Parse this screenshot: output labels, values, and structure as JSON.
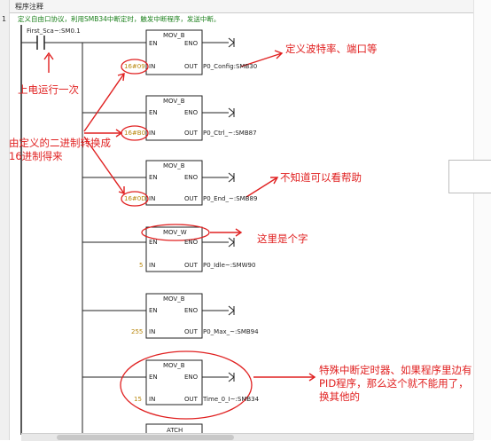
{
  "header": {
    "title": "程序注释"
  },
  "network": {
    "number": "1",
    "comment": "定义自由口协议，利用SMB34中断定时，触发中断程序，发送中断。"
  },
  "contact": {
    "label": "First_Sca~:SM0.1"
  },
  "blocks": [
    {
      "title": "MOV_B",
      "en": "EN",
      "eno": "ENO",
      "in_label": "IN",
      "out_label": "OUT",
      "in_value": "16#09",
      "out_operand": "P0_Config:SMB30"
    },
    {
      "title": "MOV_B",
      "en": "EN",
      "eno": "ENO",
      "in_label": "IN",
      "out_label": "OUT",
      "in_value": "16#B0",
      "out_operand": "P0_Ctrl_~:SMB87"
    },
    {
      "title": "MOV_B",
      "en": "EN",
      "eno": "ENO",
      "in_label": "IN",
      "out_label": "OUT",
      "in_value": "16#0D",
      "out_operand": "P0_End_~:SMB89"
    },
    {
      "title": "MOV_W",
      "en": "EN",
      "eno": "ENO",
      "in_label": "IN",
      "out_label": "OUT",
      "in_value": "5",
      "out_operand": "P0_Idle~:SMW90"
    },
    {
      "title": "MOV_B",
      "en": "EN",
      "eno": "ENO",
      "in_label": "IN",
      "out_label": "OUT",
      "in_value": "255",
      "out_operand": "P0_Max_~:SMB94"
    },
    {
      "title": "MOV_B",
      "en": "EN",
      "eno": "ENO",
      "in_label": "IN",
      "out_label": "OUT",
      "in_value": "15",
      "out_operand": "Time_0_I~:SMB34"
    },
    {
      "title": "ATCH"
    }
  ],
  "annotations": {
    "baud_port": "定义波特率、端口等",
    "power_on": "上电运行一次",
    "binary_hex": "由定义的二进制转换成16进制得来",
    "help": "不知道可以看帮助",
    "word": "这里是个字",
    "timer": "特殊中断定时器、如果程序里边有PID程序，那么这个就不能用了，换其他的"
  },
  "colors": {
    "annotation": "#e02020",
    "comment": "#1a7f1a",
    "value": "#b8860b"
  }
}
